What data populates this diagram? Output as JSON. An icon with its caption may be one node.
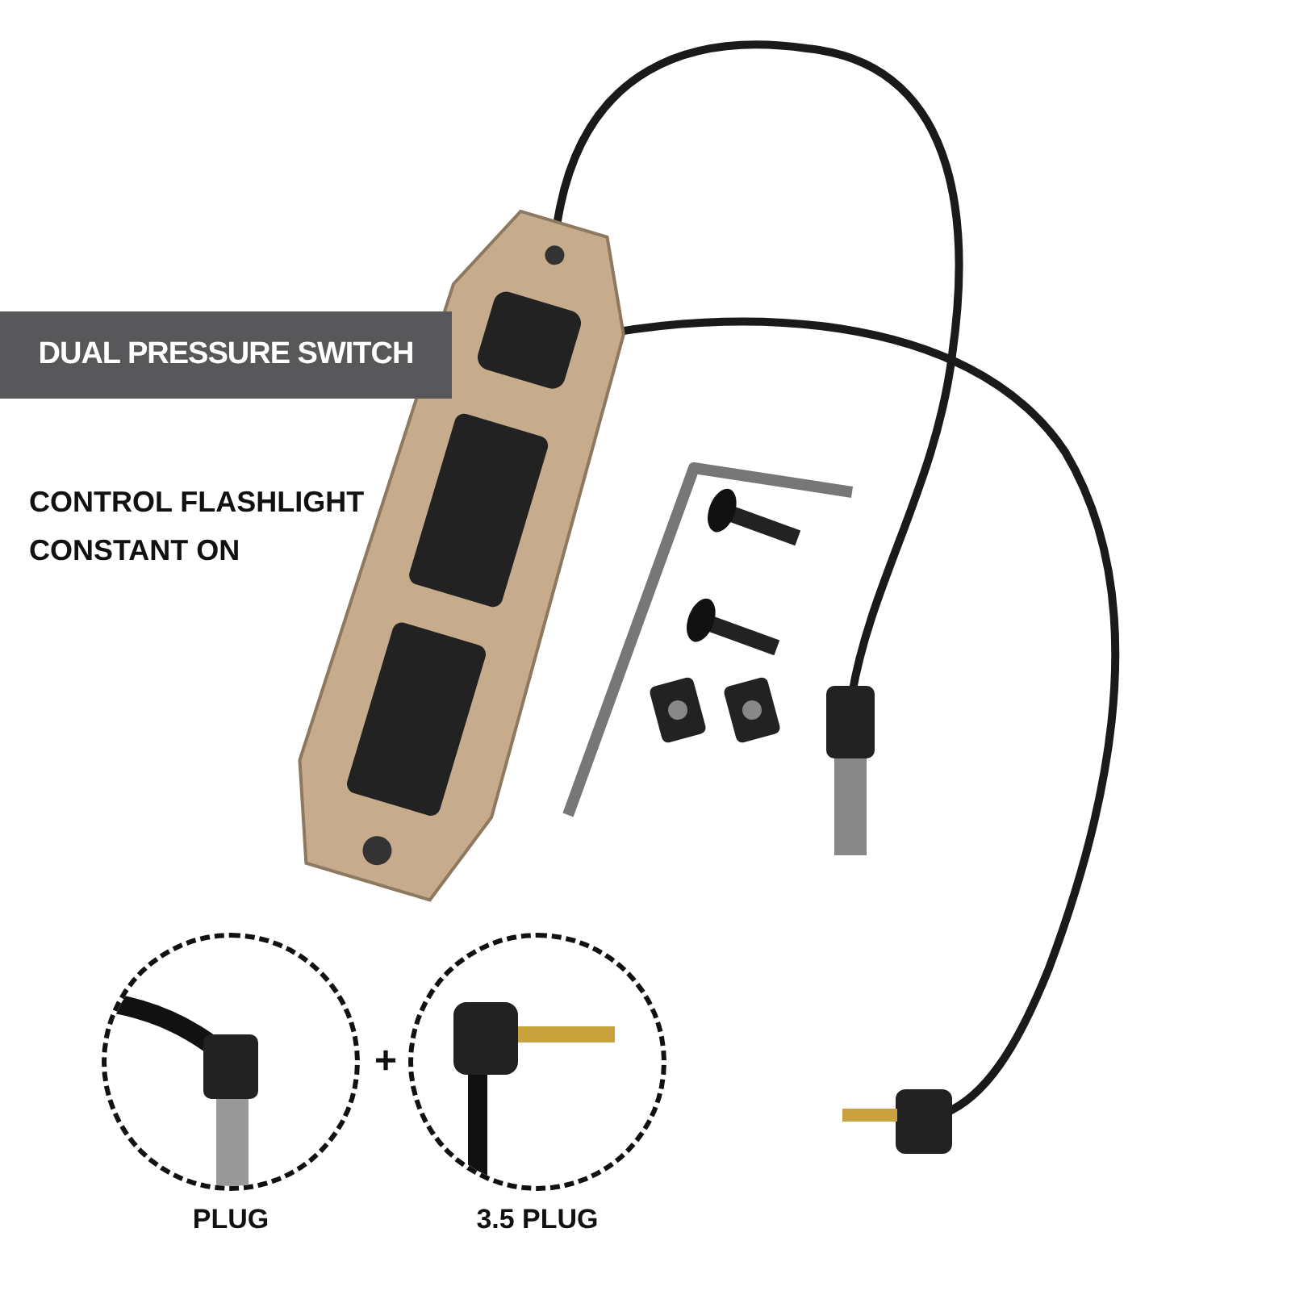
{
  "diagram": {
    "nodes": [
      {
        "text": [
          "DUAL PRESSURE SWITCH"
        ]
      },
      {
        "text": [
          "PLUG"
        ]
      },
      {
        "text": [
          "3.5 PLUG"
        ]
      }
    ],
    "labels": [
      "CONTROL FLASHLIGHT CONSTANT ON",
      "+"
    ]
  }
}
